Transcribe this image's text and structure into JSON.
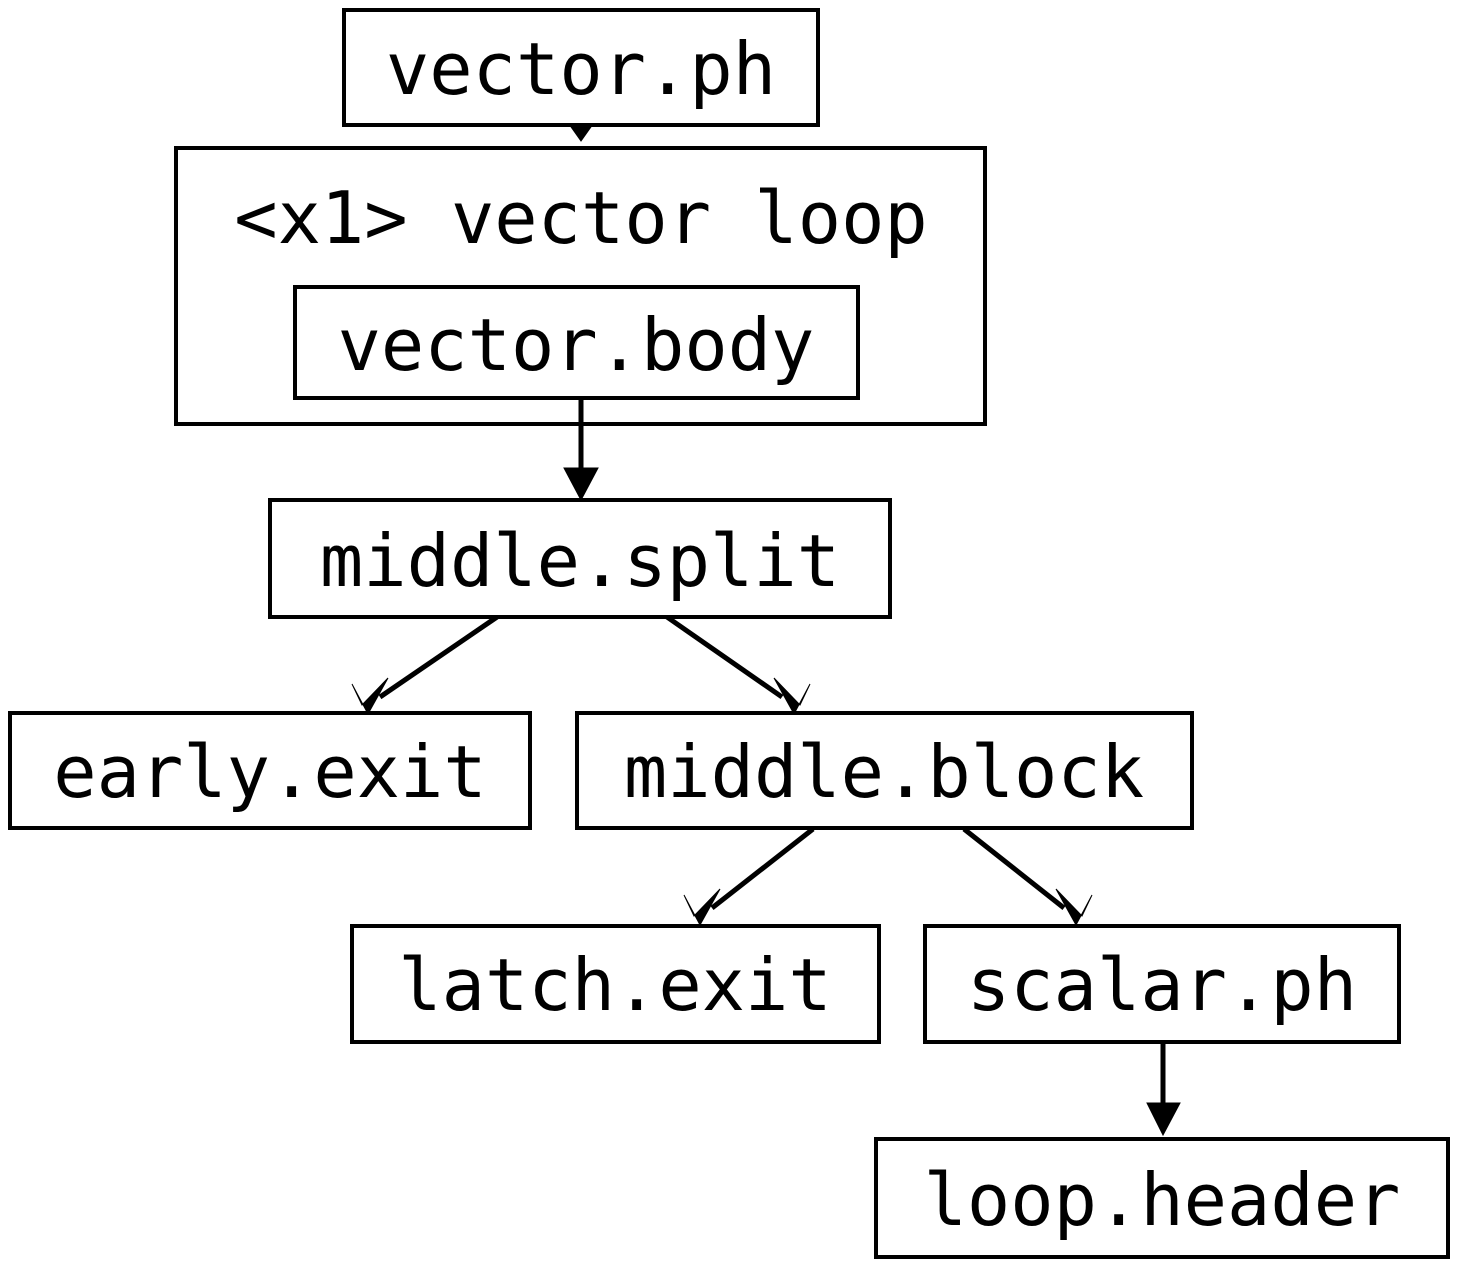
{
  "diagram": {
    "type": "control-flow-graph",
    "background_color": "#ffffff",
    "stroke_color": "#000000",
    "nodes": [
      {
        "id": "vector_ph",
        "label": "vector.ph",
        "shape": "rect"
      },
      {
        "id": "vector_body",
        "label": "vector.body",
        "shape": "rect"
      },
      {
        "id": "middle_split",
        "label": "middle.split",
        "shape": "rect"
      },
      {
        "id": "early_exit",
        "label": "early.exit",
        "shape": "rect"
      },
      {
        "id": "middle_block",
        "label": "middle.block",
        "shape": "rect"
      },
      {
        "id": "latch_exit",
        "label": "latch.exit",
        "shape": "rect"
      },
      {
        "id": "scalar_ph",
        "label": "scalar.ph",
        "shape": "rect"
      },
      {
        "id": "loop_header",
        "label": "loop.header",
        "shape": "rect"
      }
    ],
    "clusters": [
      {
        "id": "vector_loop",
        "label": "<x1> vector loop",
        "contains": [
          "vector_body"
        ]
      }
    ],
    "edges": [
      {
        "from": "vector_ph",
        "to": "vector_loop",
        "arrow": "normal"
      },
      {
        "from": "vector_body",
        "to": "middle_split",
        "arrow": "normal"
      },
      {
        "from": "middle_split",
        "to": "early_exit",
        "arrow": "normal"
      },
      {
        "from": "middle_split",
        "to": "middle_block",
        "arrow": "normal"
      },
      {
        "from": "middle_block",
        "to": "latch_exit",
        "arrow": "normal"
      },
      {
        "from": "middle_block",
        "to": "scalar_ph",
        "arrow": "normal"
      },
      {
        "from": "scalar_ph",
        "to": "loop_header",
        "arrow": "normal"
      }
    ]
  }
}
